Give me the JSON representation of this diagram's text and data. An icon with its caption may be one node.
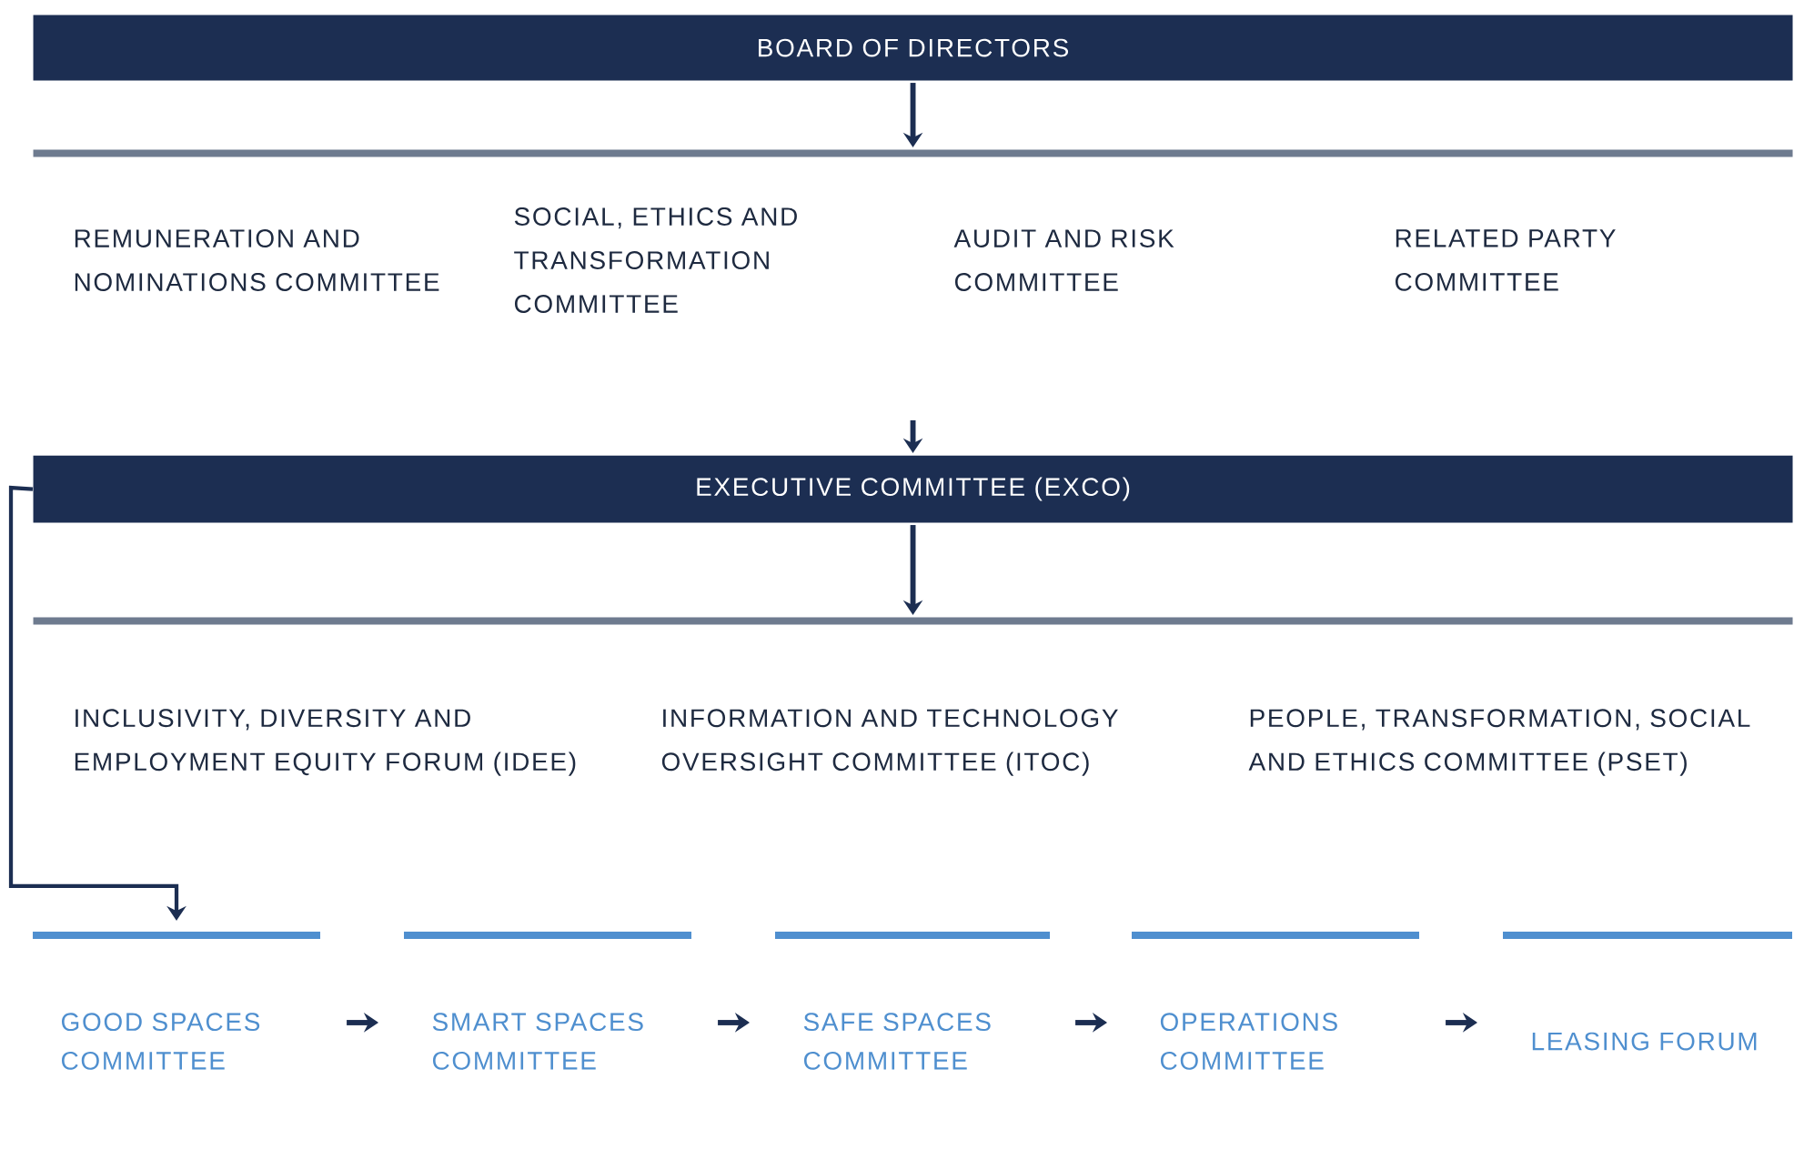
{
  "diagram": {
    "nodes": [
      {
        "text": [
          "BOARD OF DIRECTORS"
        ]
      },
      {
        "text": [],
        "shape": "bar"
      },
      {
        "text": [
          "REMUNERATION AND NOMINATIONS COMMITTEE"
        ]
      },
      {
        "text": [
          "SOCIAL, ETHICS AND TRANSFORMATION COMMITTEE"
        ]
      },
      {
        "text": [
          "AUDIT AND RISK COMMITTEE"
        ]
      },
      {
        "text": [
          "RELATED PARTY COMMITTEE"
        ]
      },
      {
        "text": [
          "EXECUTIVE COMMITTEE (EXCO)"
        ]
      },
      {
        "text": [],
        "shape": "bar"
      },
      {
        "text": [
          "INCLUSIVITY, DIVERSITY AND EMPLOYMENT EQUITY FORUM (IDEE)"
        ]
      },
      {
        "text": [
          "INFORMATION AND TECHNOLOGY OVERSIGHT COMMITTEE (ITOC)"
        ]
      },
      {
        "text": [
          "PEOPLE, TRANSFORMATION, SOCIAL AND ETHICS COMMITTEE (PSET)"
        ]
      },
      {
        "text": [
          "GOOD SPACES COMMITTEE"
        ]
      },
      {
        "text": [
          "SMART SPACES COMMITTEE"
        ]
      },
      {
        "text": [
          "SAFE SPACES COMMITTEE"
        ]
      },
      {
        "text": [
          "OPERATIONS COMMITTEE"
        ]
      },
      {
        "text": [
          "LEASING FORUM"
        ]
      }
    ],
    "edges": [
      {
        "from": 0,
        "to": 1,
        "arrow": "to"
      },
      {
        "from": null,
        "to": 6,
        "arrow": "to"
      },
      {
        "from": 6,
        "to": 7,
        "arrow": "to"
      },
      {
        "from": 6,
        "to": 11,
        "arrow": "to"
      },
      {
        "from": 11,
        "to": 12,
        "arrow": "to"
      },
      {
        "from": 12,
        "to": 13,
        "arrow": "to"
      },
      {
        "from": 13,
        "to": 14,
        "arrow": "to"
      },
      {
        "from": 14,
        "to": 15,
        "arrow": "to"
      }
    ]
  }
}
